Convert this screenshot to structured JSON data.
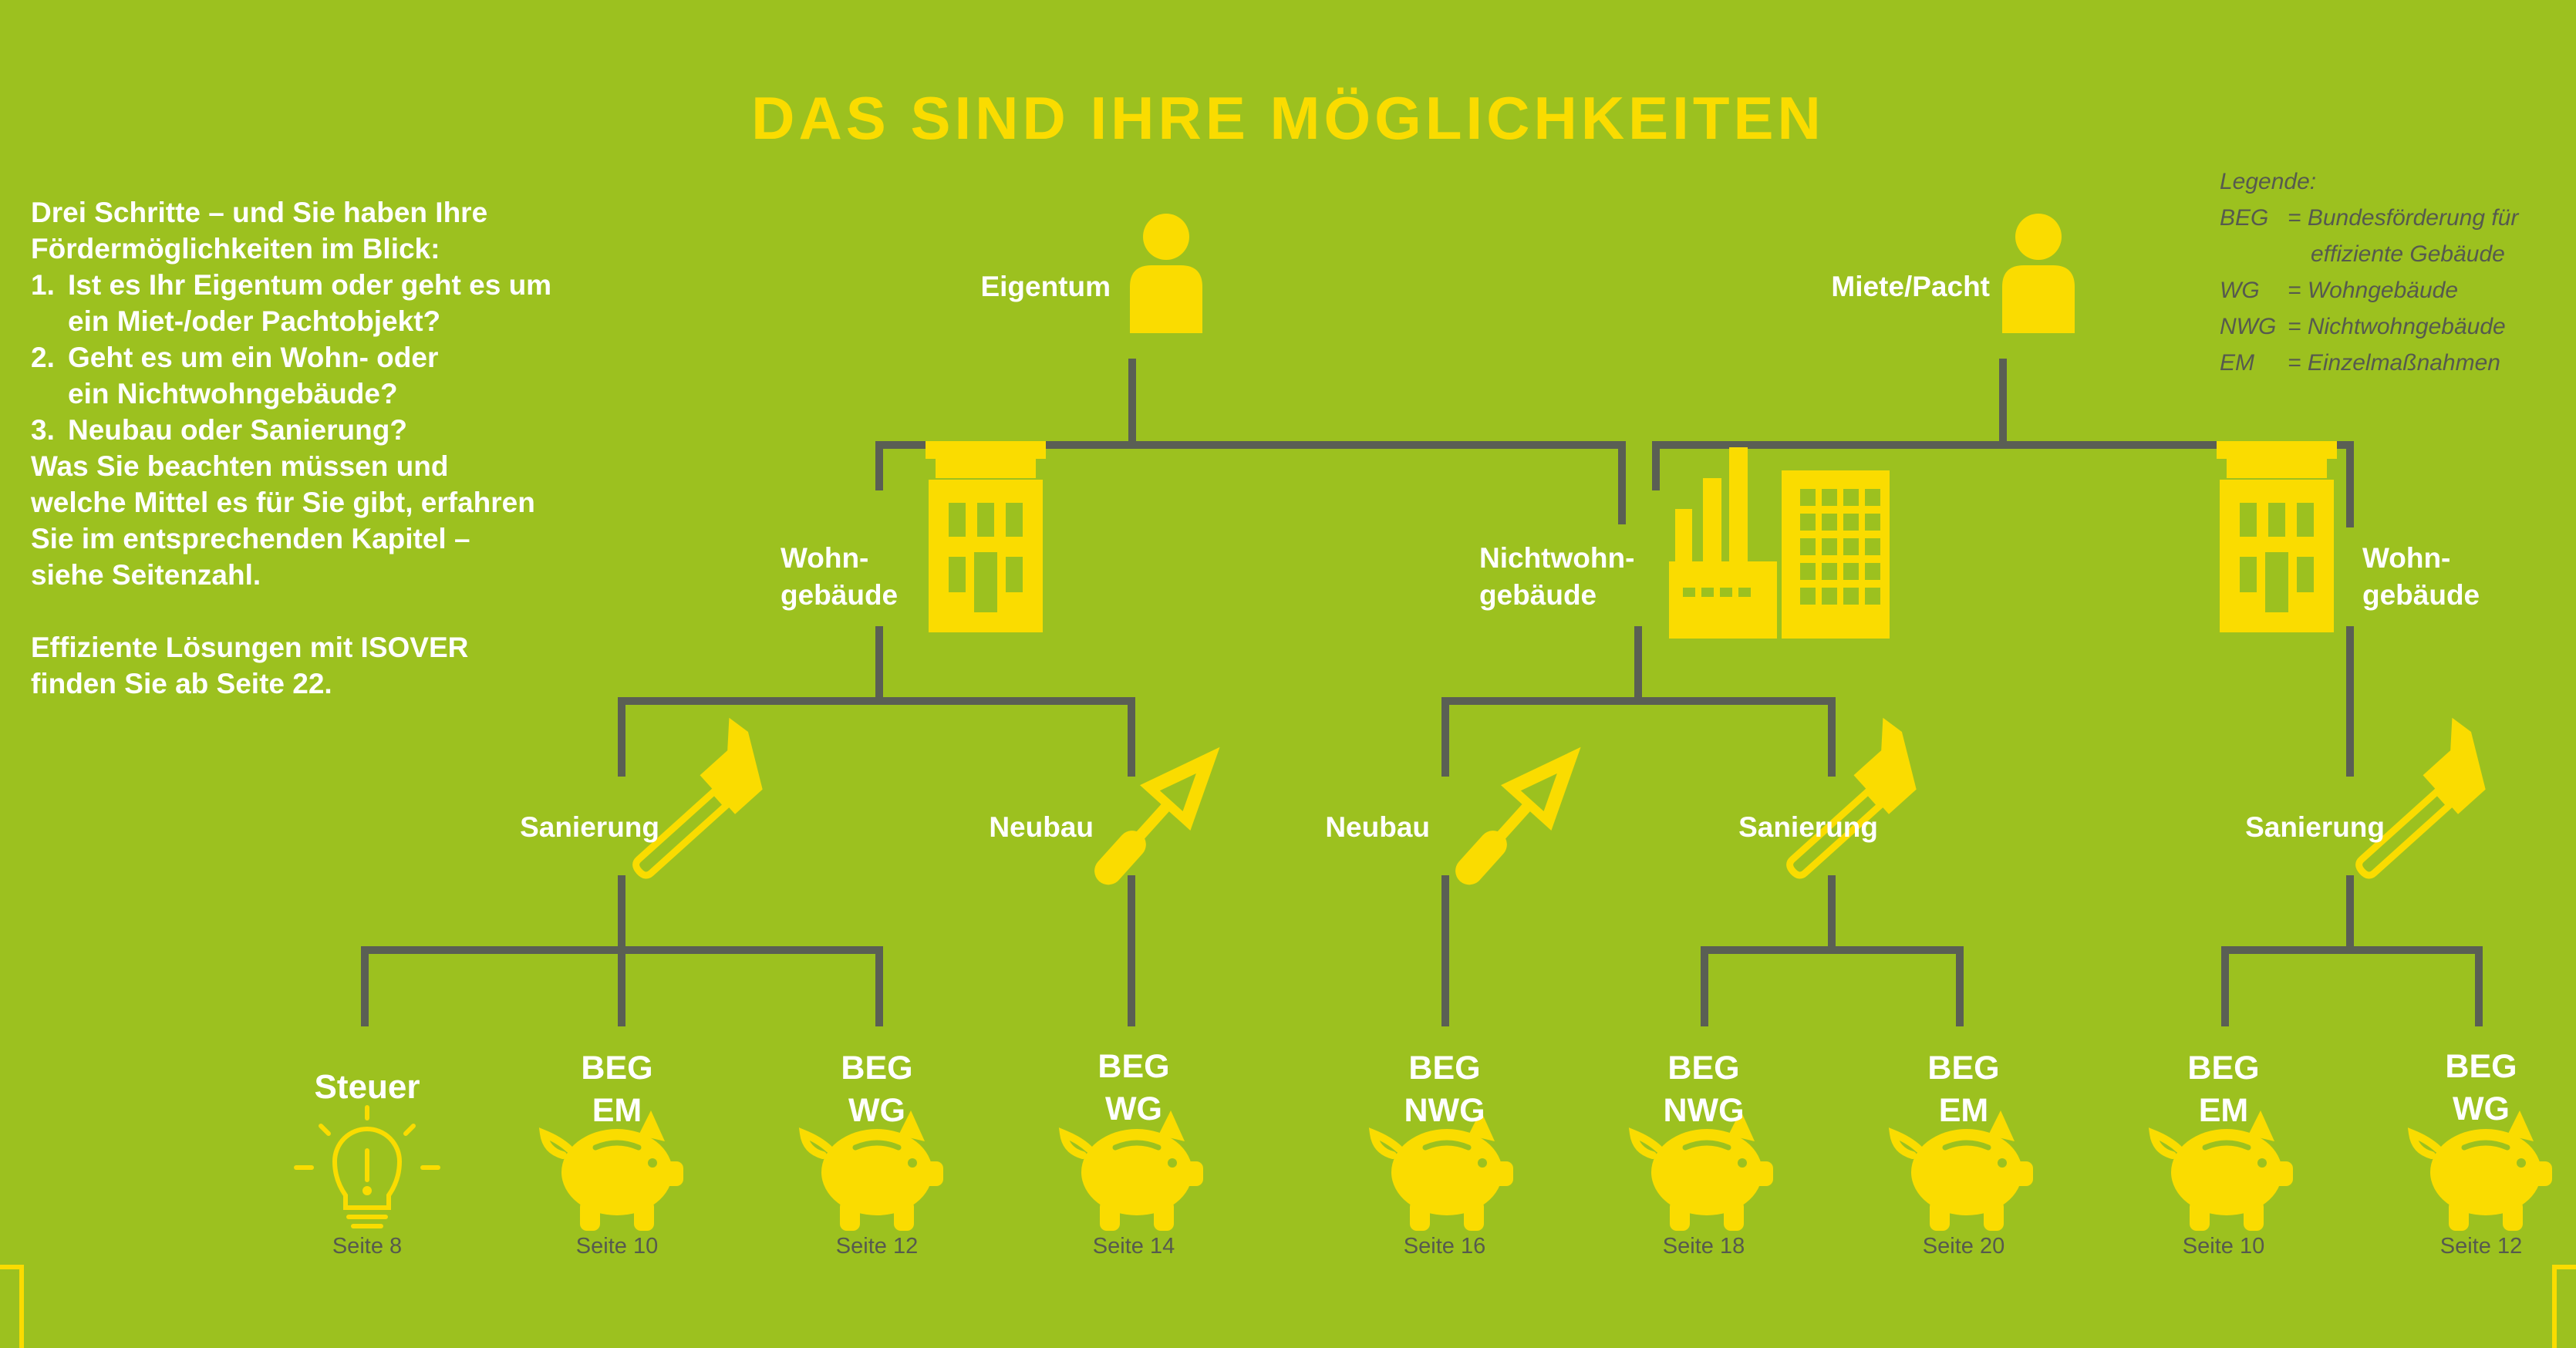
{
  "title": "DAS SIND IHRE MÖGLICHKEITEN",
  "intro": {
    "line1": "Drei Schritte – und Sie haben Ihre",
    "line2": "Fördermöglichkeiten im Blick:",
    "step1_num": "1.",
    "step1_a": "Ist es Ihr Eigentum oder geht es um",
    "step1_b": "ein Miet-/oder Pachtobjekt?",
    "step2_num": "2.",
    "step2_a": "Geht es um ein Wohn- oder",
    "step2_b": "ein Nichtwohngebäude?",
    "step3_num": "3.",
    "step3_a": "Neubau oder Sanierung?",
    "line3": "Was Sie beachten müssen und",
    "line4": "welche Mittel es für Sie gibt, erfahren",
    "line5": "Sie im entsprechenden Kapitel –",
    "line6": "siehe Seitenzahl.",
    "line7": "Effiziente Lösungen mit ISOVER",
    "line8": "finden Sie ab Seite 22."
  },
  "legend": {
    "heading": "Legende:",
    "beg_key": "BEG",
    "beg_val": "= Bundesförderung für",
    "beg_val2": "effiziente Gebäude",
    "wg_key": "WG",
    "wg_val": "= Wohngebäude",
    "nwg_key": "NWG",
    "nwg_val": "= Nichtwohngebäude",
    "em_key": "EM",
    "em_val": "= Einzelmaßnahmen"
  },
  "owners": {
    "eigentum": "Eigentum",
    "miete": "Miete/Pacht"
  },
  "buildings": {
    "wohn1_a": "Wohn-",
    "wohn1_b": "gebäude",
    "nicht_a": "Nichtwohn-",
    "nicht_b": "gebäude",
    "wohn2_a": "Wohn-",
    "wohn2_b": "gebäude"
  },
  "actions": {
    "sanierung1": "Sanierung",
    "neubau1": "Neubau",
    "neubau2": "Neubau",
    "sanierung2": "Sanierung",
    "sanierung3": "Sanierung"
  },
  "leaves": [
    {
      "line1": "Steuer",
      "line2": "",
      "page": "Seite 8"
    },
    {
      "line1": "BEG",
      "line2": "EM",
      "page": "Seite 10"
    },
    {
      "line1": "BEG",
      "line2": "WG",
      "page": "Seite 12"
    },
    {
      "line1": "BEG",
      "line2": "WG",
      "page": "Seite 14"
    },
    {
      "line1": "BEG",
      "line2": "NWG",
      "page": "Seite 16"
    },
    {
      "line1": "BEG",
      "line2": "NWG",
      "page": "Seite 18"
    },
    {
      "line1": "BEG",
      "line2": "EM",
      "page": "Seite 20"
    },
    {
      "line1": "BEG",
      "line2": "EM",
      "page": "Seite 10"
    },
    {
      "line1": "BEG",
      "line2": "WG",
      "page": "Seite 12"
    }
  ],
  "colors": {
    "background": "#9cc11f",
    "accent": "#fadc00",
    "line": "#5a5f54",
    "text": "#ffffff",
    "muted": "#565a4e"
  },
  "icons": [
    "person-icon",
    "house-icon",
    "factory-icon",
    "hammer-icon",
    "trowel-icon",
    "lightbulb-icon",
    "piggy-bank-icon"
  ]
}
